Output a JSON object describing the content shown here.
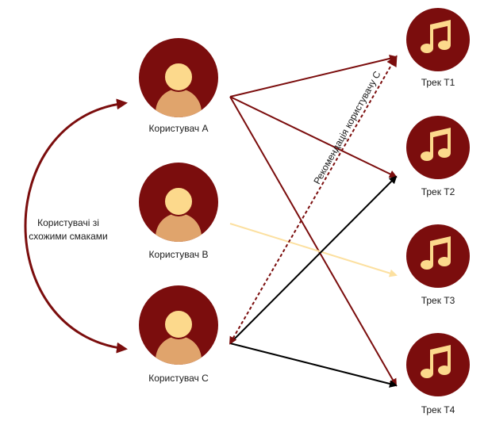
{
  "users": [
    {
      "id": "user-a",
      "label": "Користувач А"
    },
    {
      "id": "user-b",
      "label": "Користувач В"
    },
    {
      "id": "user-c",
      "label": "Користувач С"
    }
  ],
  "tracks": [
    {
      "id": "t1",
      "label": "Трек Т1"
    },
    {
      "id": "t2",
      "label": "Трек Т2"
    },
    {
      "id": "t3",
      "label": "Трек Т3"
    },
    {
      "id": "t4",
      "label": "Трек Т4"
    }
  ],
  "similar_tastes": {
    "line1": "Користувачі зі",
    "line2": "схожими смаками"
  },
  "recommendation_label": "Рекомендація користувачу С",
  "colors": {
    "node_fill": "#7b0d0d",
    "avatar_head": "#fcd98c",
    "avatar_body": "#e0a46c",
    "note": "#fcd98c",
    "user_a_edges": "#7b0d0d",
    "user_b_edges": "#fce0a0",
    "user_c_edges": "#000000",
    "recommendation": "#7b0d0d"
  },
  "edges": [
    {
      "from": "user-a",
      "to": "t1"
    },
    {
      "from": "user-a",
      "to": "t2"
    },
    {
      "from": "user-a",
      "to": "t4"
    },
    {
      "from": "user-b",
      "to": "t3"
    },
    {
      "from": "user-c",
      "to": "t2"
    },
    {
      "from": "user-c",
      "to": "t4"
    },
    {
      "from": "t1",
      "to": "user-c",
      "style": "dashed",
      "kind": "recommendation"
    }
  ]
}
